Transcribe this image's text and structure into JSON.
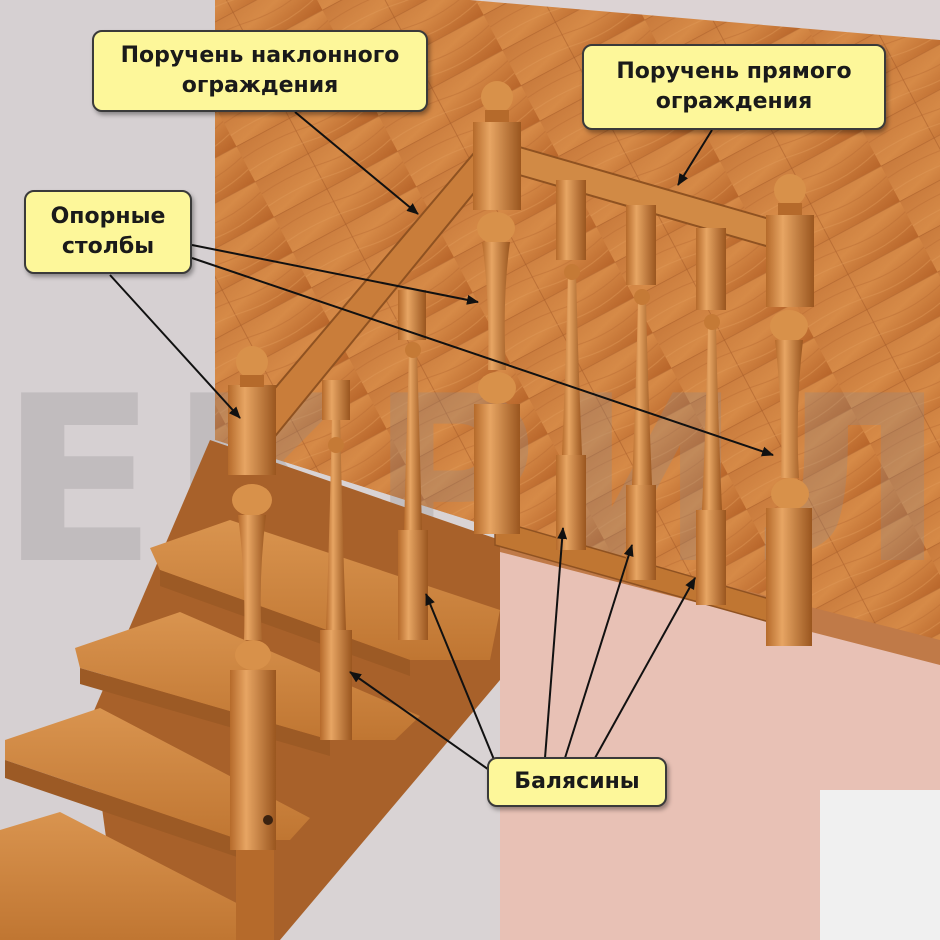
{
  "labels": {
    "inclined_handrail": "Поручень наклонного\nограждения",
    "straight_handrail": "Поручень прямого\nограждения",
    "support_posts": "Опорные\nстолбы",
    "balusters": "Балясины"
  },
  "watermark": "ЕКРИЛ",
  "colors": {
    "wood_light": "#d8914a",
    "wood_mid": "#c57a36",
    "wood_dark": "#8f5221",
    "floor": "#c8773a",
    "wall_left": "#d7d1d3",
    "wall_right": "#e9c2b6",
    "callout_fill": "#fdf79a",
    "callout_border": "#3a3a3a"
  }
}
